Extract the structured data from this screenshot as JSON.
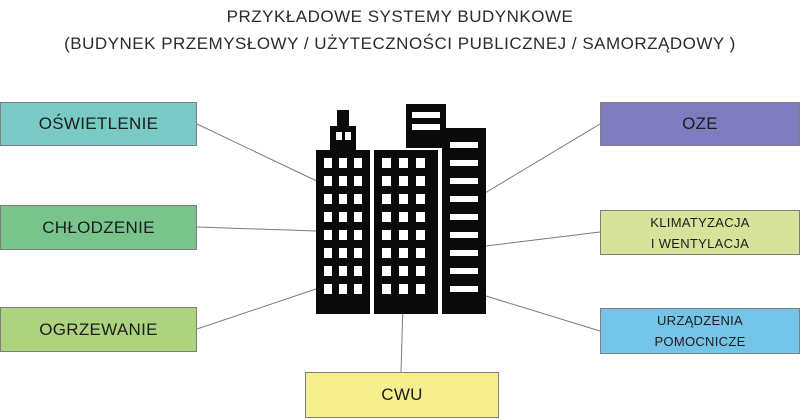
{
  "title": {
    "line1": "PRZYKŁADOWE SYSTEMY BUDYNKOWE",
    "line2": "(BUDYNEK PRZEMYSŁOWY / UŻYTECZNOŚCI PUBLICZNEJ / SAMORZĄDOWY )"
  },
  "systems": [
    {
      "id": "oswietlenie",
      "lines": [
        "OŚWIETLENIE"
      ],
      "color": "#79c9c4"
    },
    {
      "id": "chlodzenie",
      "lines": [
        "CHŁODZENIE"
      ],
      "color": "#79c48b"
    },
    {
      "id": "ogrzewanie",
      "lines": [
        "OGRZEWANIE"
      ],
      "color": "#aed37f"
    },
    {
      "id": "cwu",
      "lines": [
        "CWU"
      ],
      "color": "#f5ef8f"
    },
    {
      "id": "oze",
      "lines": [
        "OZE"
      ],
      "color": "#7f7dbf"
    },
    {
      "id": "klimatyzacja",
      "lines": [
        "KLIMATYZACJA",
        "I WENTYLACJA"
      ],
      "color": "#d7e39a"
    },
    {
      "id": "urzadzenia",
      "lines": [
        "URZĄDZENIA",
        "POMOCNICZE"
      ],
      "color": "#74c3e8"
    }
  ],
  "colors": {
    "building": "#0a0a0a",
    "connector": "#7a7a7a",
    "border": "#7f7f7f"
  },
  "icons": {
    "building": "office-buildings-icon"
  }
}
